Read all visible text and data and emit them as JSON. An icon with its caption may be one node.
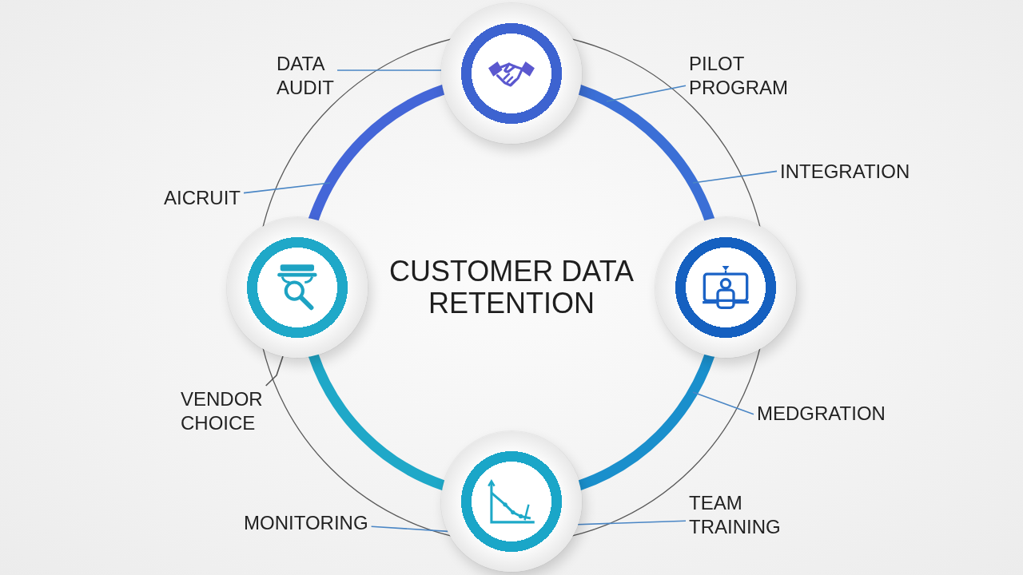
{
  "diagram": {
    "title": "CUSTOMER DATA RETENTION",
    "nodes": [
      {
        "text": [
          "DATA AUDIT"
        ]
      },
      {
        "text": [],
        "shape": "circle"
      },
      {
        "text": [
          "PILOT PROGRAM"
        ]
      },
      {
        "text": [
          "INTEGRATION"
        ]
      },
      {
        "text": [
          "AICRUIT"
        ]
      },
      {
        "text": [],
        "shape": "circle"
      },
      {
        "text": [],
        "shape": "circle"
      },
      {
        "text": [
          "VENDOR CHOICE"
        ]
      },
      {
        "text": [
          "MEDGRATION"
        ]
      },
      {
        "text": [],
        "shape": "circle"
      },
      {
        "text": [
          "MONITORING"
        ]
      },
      {
        "text": [
          "TEAM TRAINING"
        ]
      }
    ],
    "edges": [
      {
        "from": 1,
        "to": 6,
        "arrow": "none",
        "style": "thick",
        "color": "#3b6fd6"
      },
      {
        "from": 6,
        "to": 9,
        "arrow": "none",
        "style": "thick",
        "color": "#1a8fcc"
      },
      {
        "from": 9,
        "to": 5,
        "arrow": "none",
        "style": "thick",
        "color": "#1fa8c8"
      },
      {
        "from": 5,
        "to": 1,
        "arrow": "none",
        "style": "thick",
        "color": "#4466d8"
      },
      {
        "from": 0,
        "to": 1,
        "arrow": "none"
      },
      {
        "from": 2,
        "to": null,
        "arrow": "none"
      },
      {
        "from": 3,
        "to": null,
        "arrow": "none"
      },
      {
        "from": 4,
        "to": null,
        "arrow": "none"
      },
      {
        "from": 7,
        "to": 5,
        "arrow": "none",
        "color": "#555555"
      },
      {
        "from": 8,
        "to": null,
        "arrow": "none"
      },
      {
        "from": 10,
        "to": 9,
        "arrow": "none"
      },
      {
        "from": 11,
        "to": 9,
        "arrow": "none"
      }
    ]
  }
}
